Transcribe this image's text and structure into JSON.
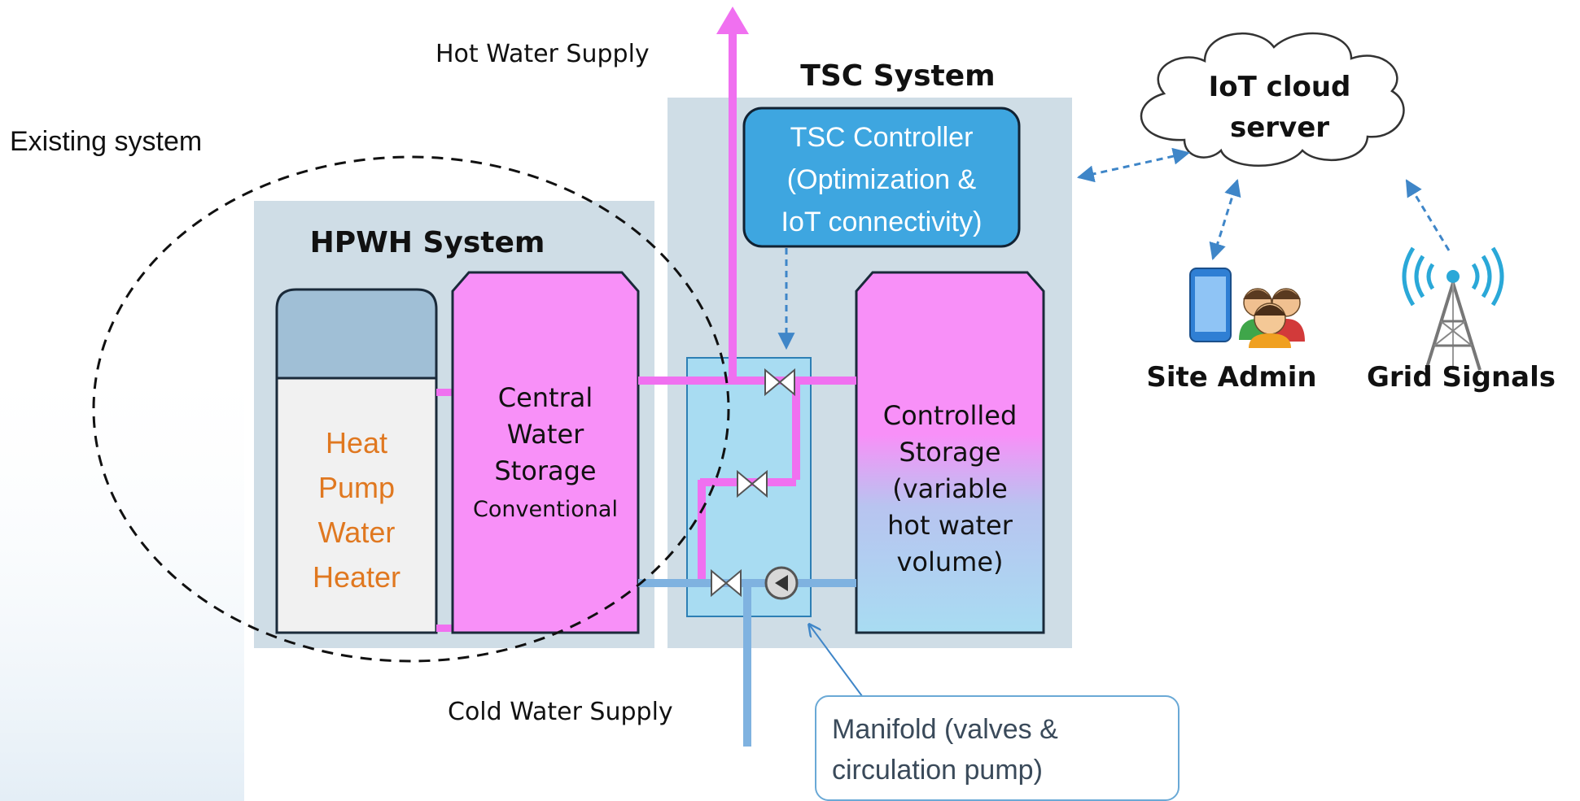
{
  "labels": {
    "hot_water_supply": "Hot Water Supply",
    "cold_water_supply": "Cold Water Supply",
    "existing_system": "Existing system",
    "tsc_system": "TSC System",
    "hpwh_system": "HPWH System"
  },
  "tsc_controller": {
    "line1": "TSC Controller",
    "line2": "(Optimization &",
    "line3": "IoT connectivity)"
  },
  "iot_cloud": {
    "line1": "IoT cloud",
    "line2": "server"
  },
  "site_admin": "Site Admin",
  "grid_signals": "Grid Signals",
  "heat_pump": {
    "line1": "Heat",
    "line2": "Pump",
    "line3": "Water",
    "line4": "Heater"
  },
  "central_storage": {
    "line1": "Central",
    "line2": "Water",
    "line3": "Storage",
    "line4": "Conventional"
  },
  "controlled_storage": {
    "line1": "Controlled",
    "line2": "Storage",
    "line3": "(variable",
    "line4": "hot water",
    "line5": "volume)"
  },
  "manifold_callout": {
    "line1": "Manifold (valves &",
    "line2": "circulation pump)"
  },
  "colors": {
    "hot_pipe": "#f070f0",
    "cold_pipe": "#7fb2e0",
    "tank_pink": "#f890f8",
    "panel": "#cfdde6",
    "controller": "#3ea6e0",
    "heat_text": "#e07820",
    "manifold": "#a8dcf2"
  }
}
